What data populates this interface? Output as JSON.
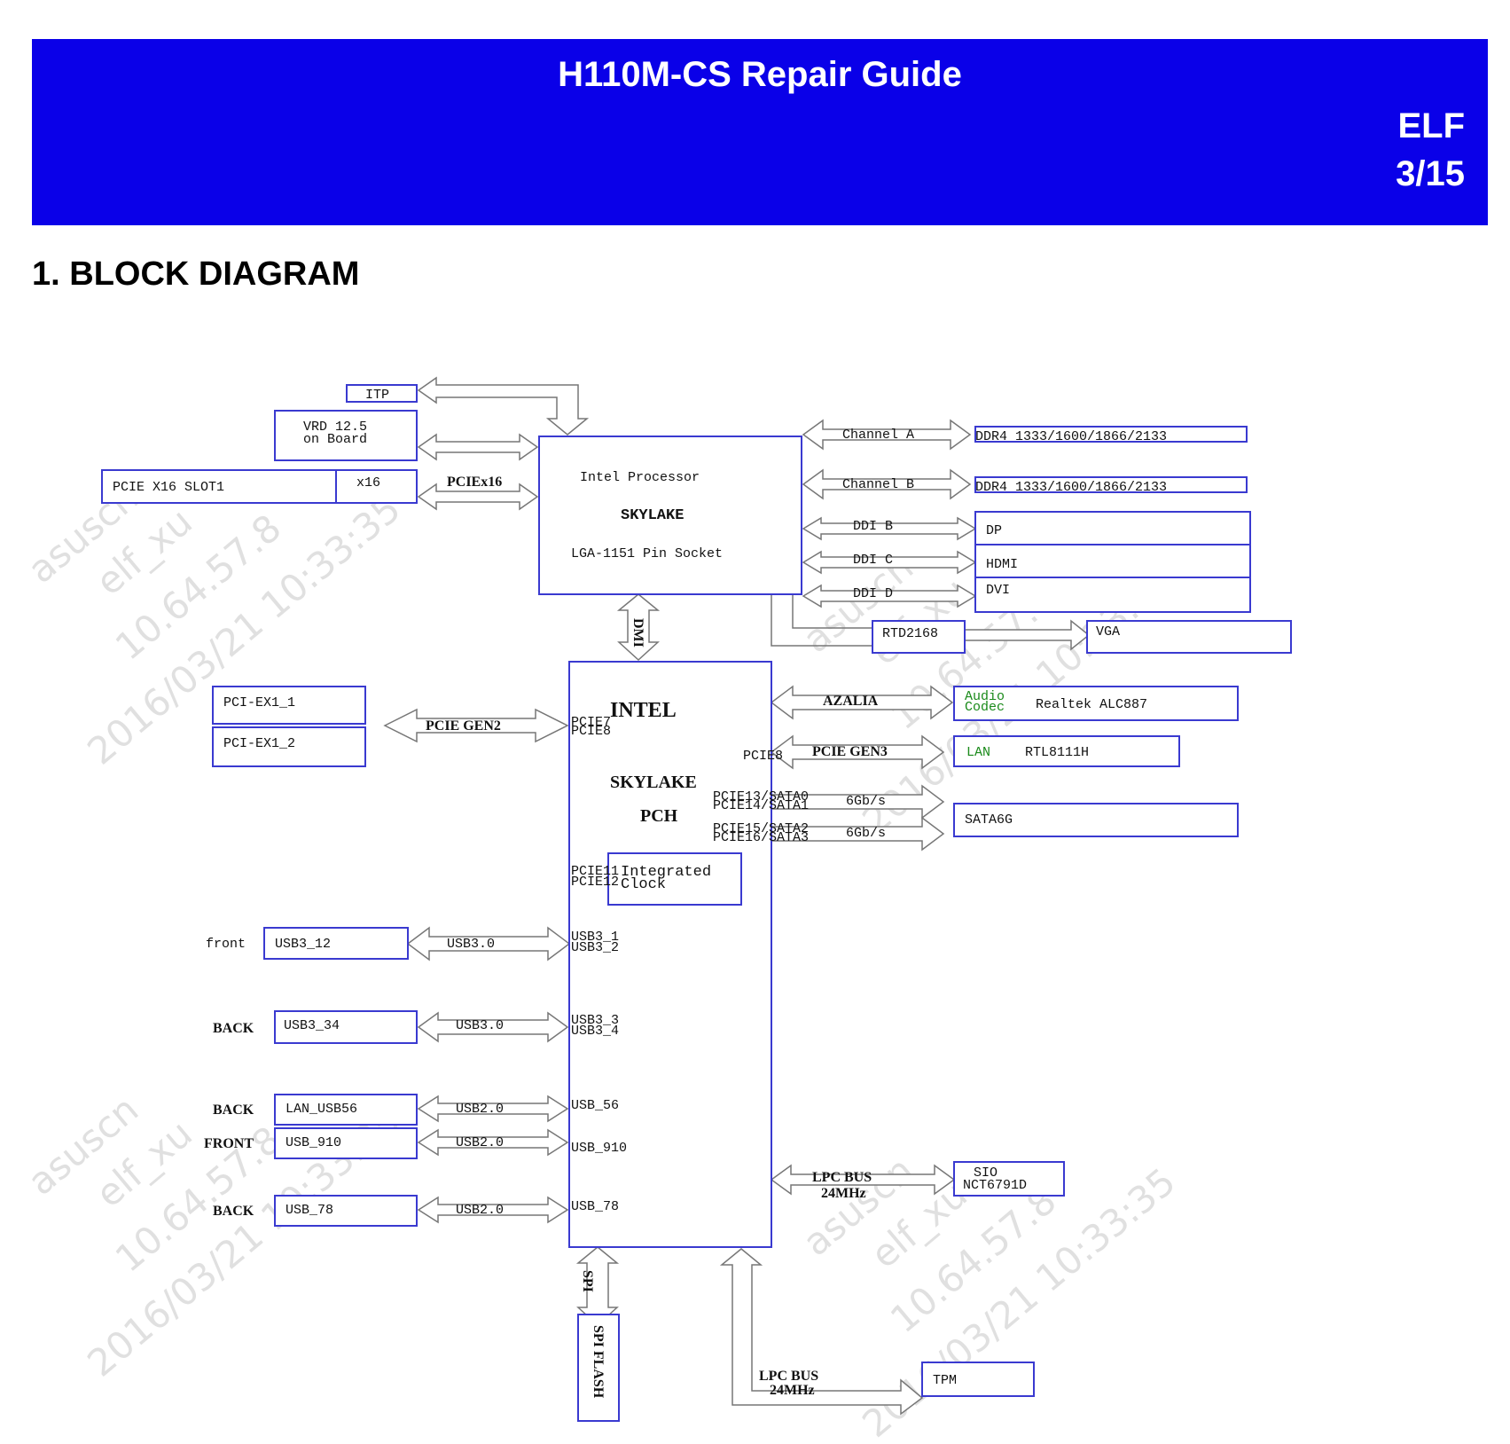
{
  "header": {
    "title": "H110M-CS Repair Guide",
    "author": "ELF",
    "page": "3/15",
    "bg_color": "#0a00e8"
  },
  "section_title": "1.  BLOCK DIAGRAM",
  "cpu": {
    "line1": "Intel Processor",
    "line2": "SKYLAKE",
    "line3": "LGA-1151 Pin Socket"
  },
  "pch": {
    "line1": "INTEL",
    "line2": "SKYLAKE",
    "line3": "PCH",
    "clock": [
      "Integrated",
      "Clock"
    ]
  },
  "left_blocks": {
    "itp": "ITP",
    "vrd": [
      "VRD 12.5",
      "on Board"
    ],
    "pcie_slot": "PCIE X16 SLOT1",
    "x16": "x16",
    "pciex16": "PCIEx16",
    "pci_ex1_1": "PCI-EX1_1",
    "pci_ex1_2": "PCI-EX1_2",
    "pcie_gen2": "PCIE GEN2",
    "pch_pcie_left": [
      "PCIE7",
      "PCIE8"
    ],
    "pch_pcie_clk": [
      "PCIE11",
      "PCIE12"
    ]
  },
  "usb": [
    {
      "side": "front",
      "box": "USB3_12",
      "bus": "USB3.0",
      "ports": [
        "USB3_1",
        "USB3_2"
      ]
    },
    {
      "side": "BACK",
      "box": "USB3_34",
      "bus": "USB3.0",
      "ports": [
        "USB3_3",
        "USB3_4"
      ]
    },
    {
      "side": "BACK",
      "box": "LAN_USB56",
      "bus": "USB2.0",
      "ports": [
        "USB_56"
      ]
    },
    {
      "side": "FRONT",
      "box": "USB_910",
      "bus": "USB2.0",
      "ports": [
        "USB_910"
      ]
    },
    {
      "side": "BACK",
      "box": "USB_78",
      "bus": "USB2.0",
      "ports": [
        "USB_78"
      ]
    }
  ],
  "right_blocks": {
    "ch_a": "Channel A",
    "ch_b": "Channel B",
    "ddr_a": "DDR4 1333/1600/1866/2133",
    "ddr_b": "DDR4 1333/1600/1866/2133",
    "ddi_b": "DDI B",
    "ddi_c": "DDI C",
    "ddi_d": "DDI D",
    "dp": "DP",
    "hdmi": "HDMI",
    "dvi": "DVI",
    "rtd": "RTD2168",
    "vga": "VGA",
    "dmi": "DMI",
    "azalia": "AZALIA",
    "audio_codec": [
      "Audio",
      "Codec"
    ],
    "realtek": "Realtek ALC887",
    "pcie8": "PCIE8",
    "pcie_gen3": "PCIE GEN3",
    "lan": "LAN",
    "rtl": "RTL8111H",
    "sata_a": [
      "PCIE13/SATA0",
      "PCIE14/SATA1"
    ],
    "sata_b": [
      "PCIE15/SATA2",
      "PCIE16/SATA3"
    ],
    "gbs": "6Gb/s",
    "sata6g": "SATA6G",
    "lpc": "LPC BUS",
    "mhz": "24MHz",
    "sio": [
      "SIO",
      "NCT6791D"
    ],
    "tpm": "TPM",
    "spi": "SPI",
    "spi_flash": "SPI FLASH"
  },
  "watermark": [
    "asuscn",
    "elf_xu",
    "10.64.57.8",
    "2016/03/21 10:33:35"
  ]
}
